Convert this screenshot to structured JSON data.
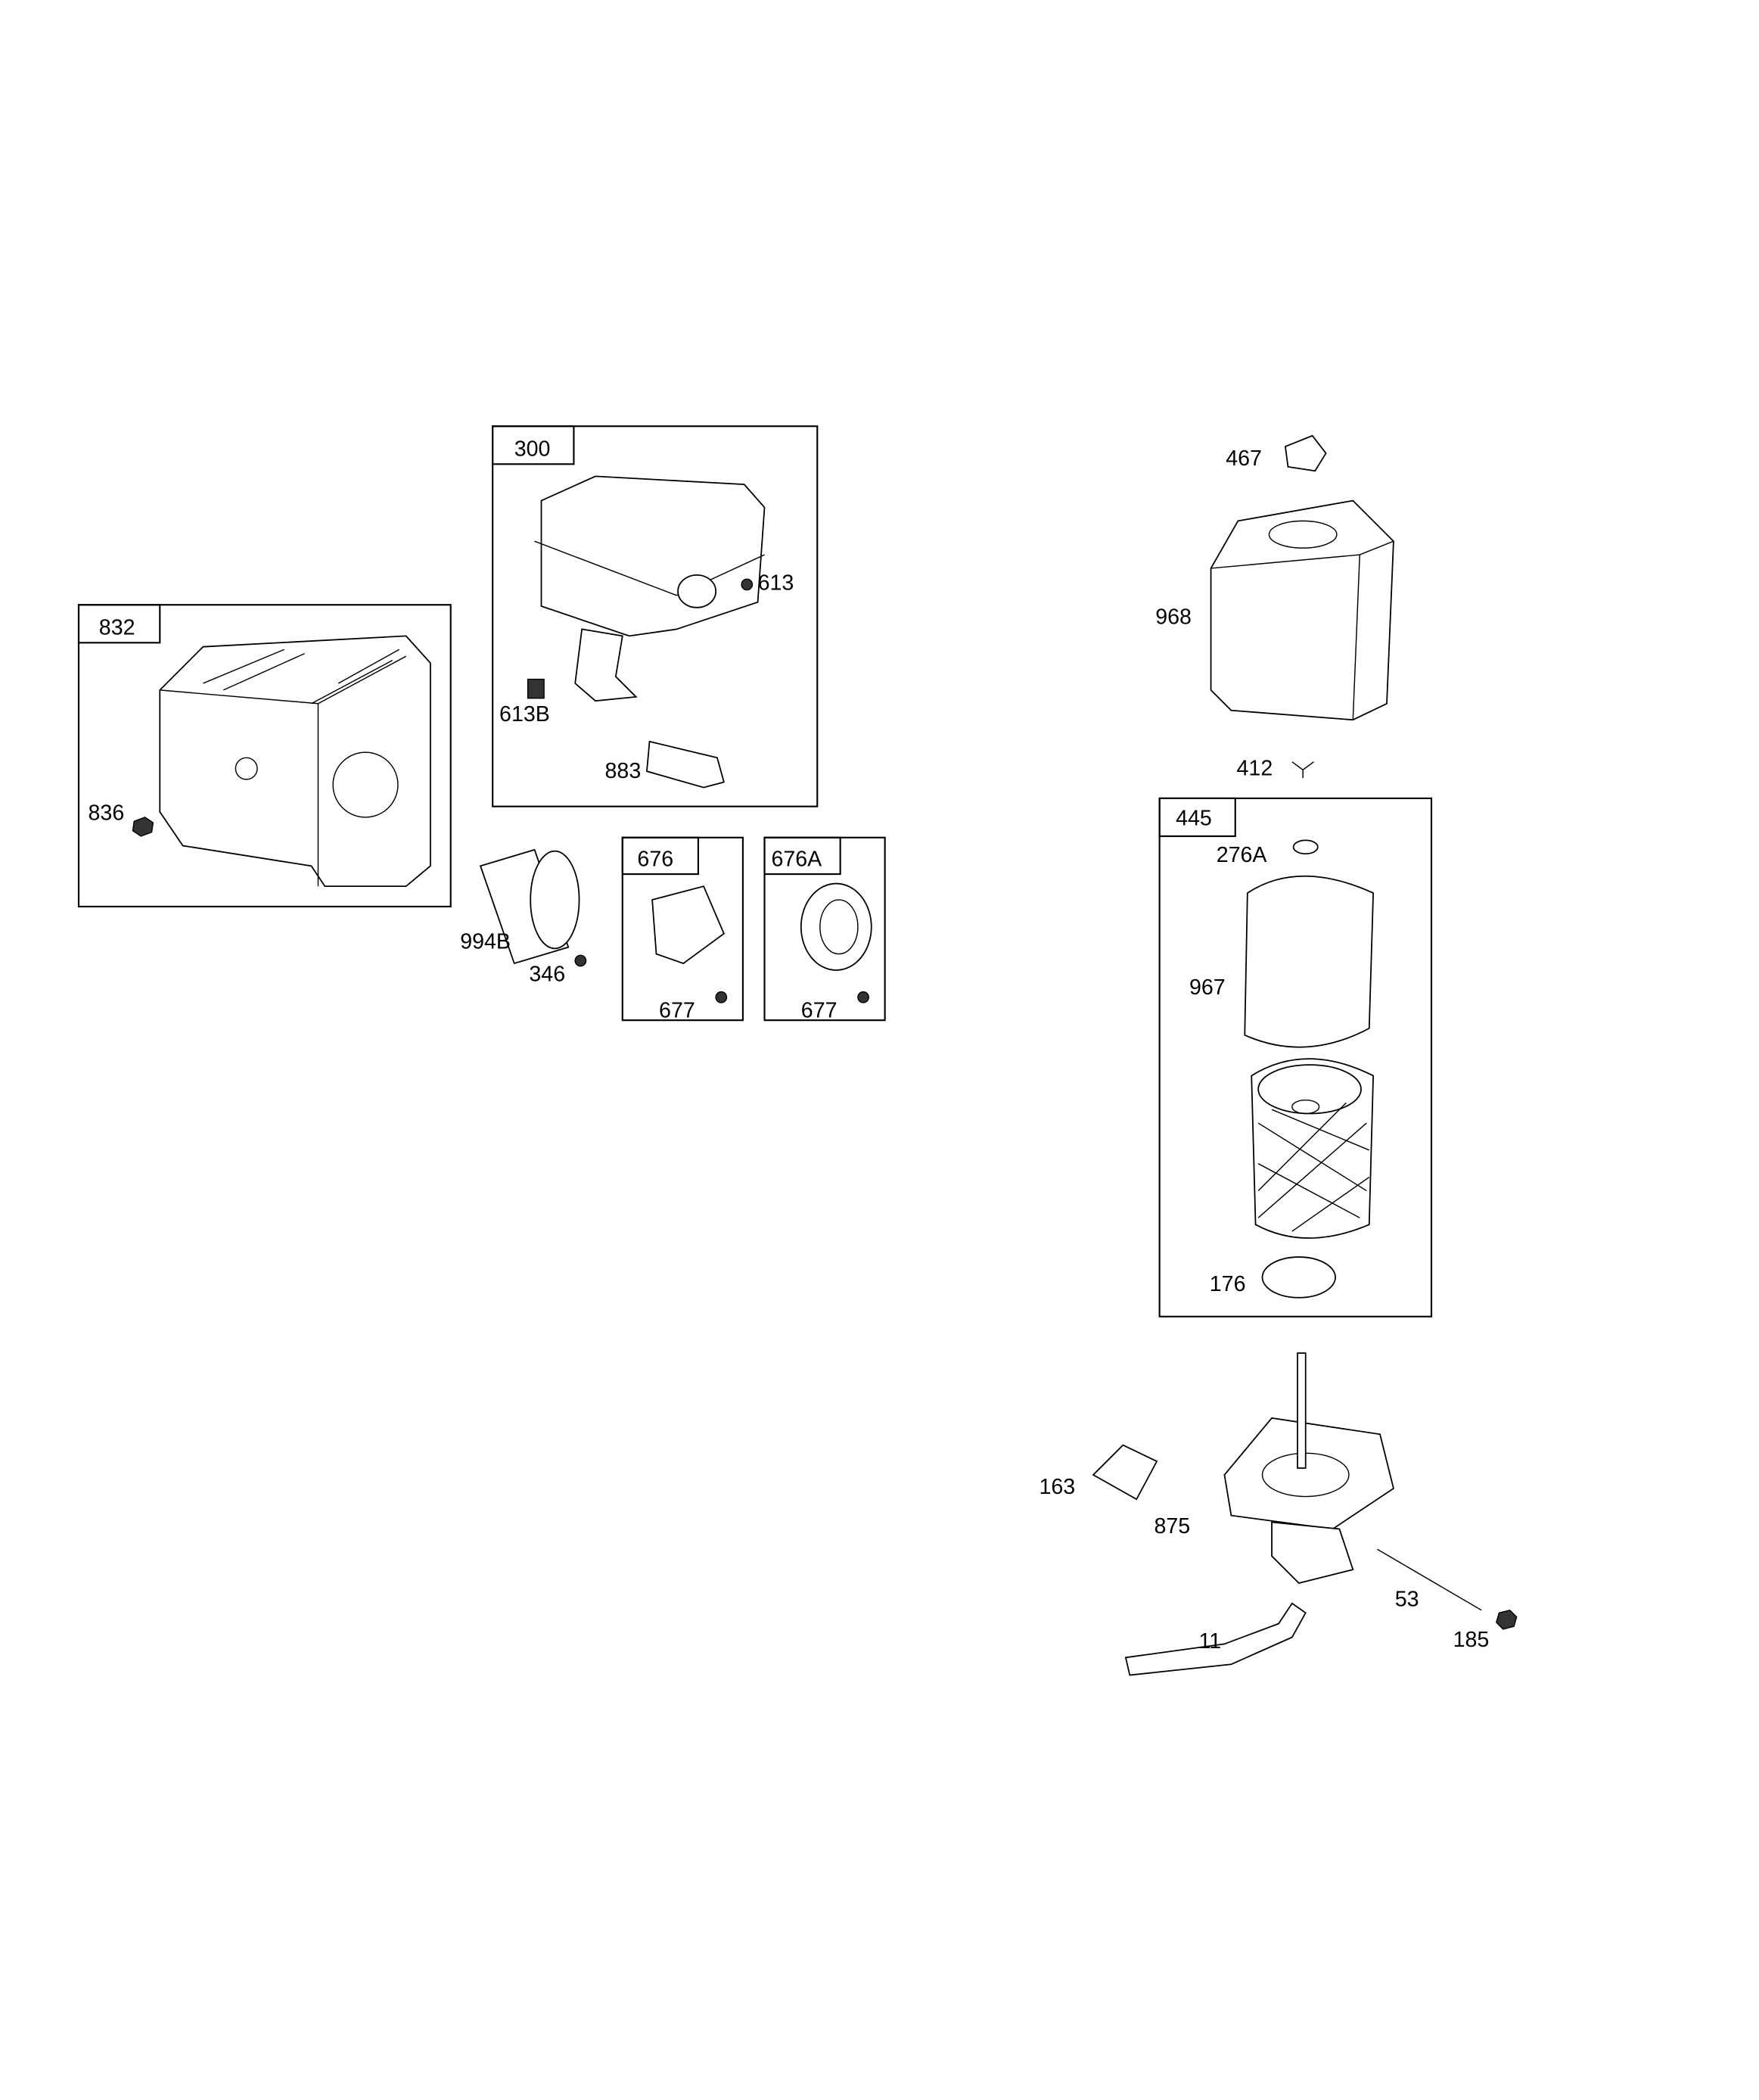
{
  "diagram": {
    "title": "Exploded parts diagram - muffler and air cleaner",
    "groups": [
      {
        "id": "832",
        "label": "832",
        "items": [
          "836"
        ]
      },
      {
        "id": "300",
        "label": "300",
        "items": [
          "613",
          "613B",
          "883"
        ]
      },
      {
        "id": "676",
        "label": "676",
        "items": [
          "677"
        ]
      },
      {
        "id": "676A",
        "label": "676A",
        "items": [
          "677"
        ]
      },
      {
        "id": "445",
        "label": "445",
        "items": [
          "276A",
          "967",
          "176"
        ]
      }
    ],
    "labels": {
      "p832": "832",
      "p836": "836",
      "p300": "300",
      "p613": "613",
      "p613B": "613B",
      "p883": "883",
      "p994B": "994B",
      "p346": "346",
      "p676": "676",
      "p677a": "677",
      "p676A": "676A",
      "p677b": "677",
      "p467": "467",
      "p968": "968",
      "p412": "412",
      "p445": "445",
      "p276A": "276A",
      "p967": "967",
      "p176": "176",
      "p163": "163",
      "p875": "875",
      "p53": "53",
      "p185": "185",
      "p11": "11"
    }
  }
}
